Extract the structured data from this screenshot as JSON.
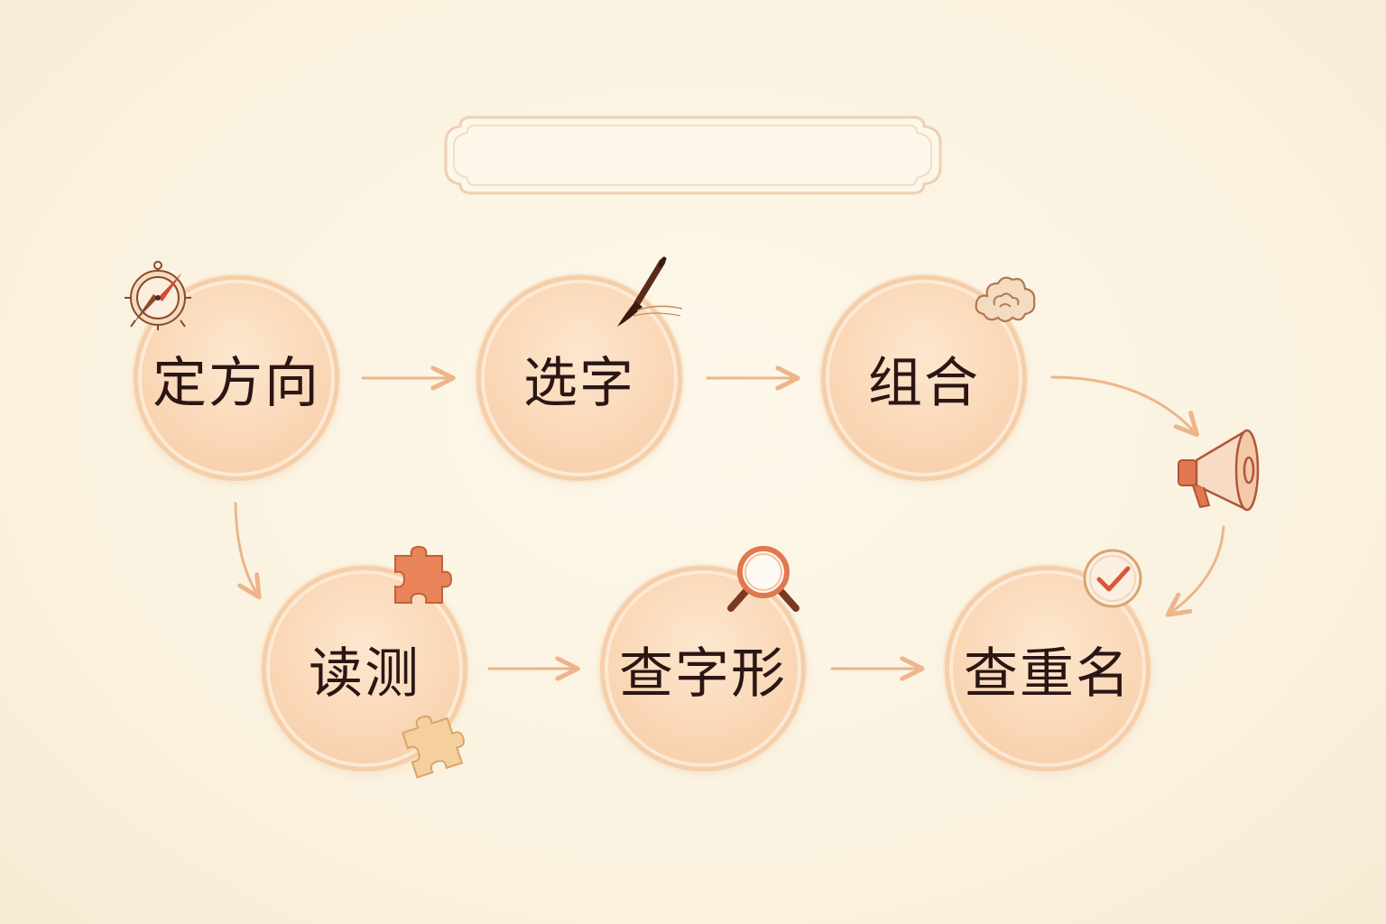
{
  "banner": {
    "text": ""
  },
  "steps": [
    {
      "id": "direction",
      "label": "定方向",
      "icon": "compass-icon"
    },
    {
      "id": "select",
      "label": "选字",
      "icon": "brush-icon"
    },
    {
      "id": "combine",
      "label": "组合",
      "icon": "cloud-icon"
    },
    {
      "id": "read-test",
      "label": "读测",
      "icon": "puzzle-icon"
    },
    {
      "id": "check-form",
      "label": "查字形",
      "icon": "magnifier-icon"
    },
    {
      "id": "check-dup",
      "label": "查重名",
      "icon": "check-icon"
    }
  ],
  "extra_icons": [
    "megaphone-icon",
    "puzzle-icon"
  ],
  "colors": {
    "background": "#fbf4e4",
    "node_fill": "#f9d3b0",
    "node_border": "#f4cfaa",
    "arrow": "#eeb48c",
    "text": "#2b1614",
    "accent": "#e07850"
  }
}
